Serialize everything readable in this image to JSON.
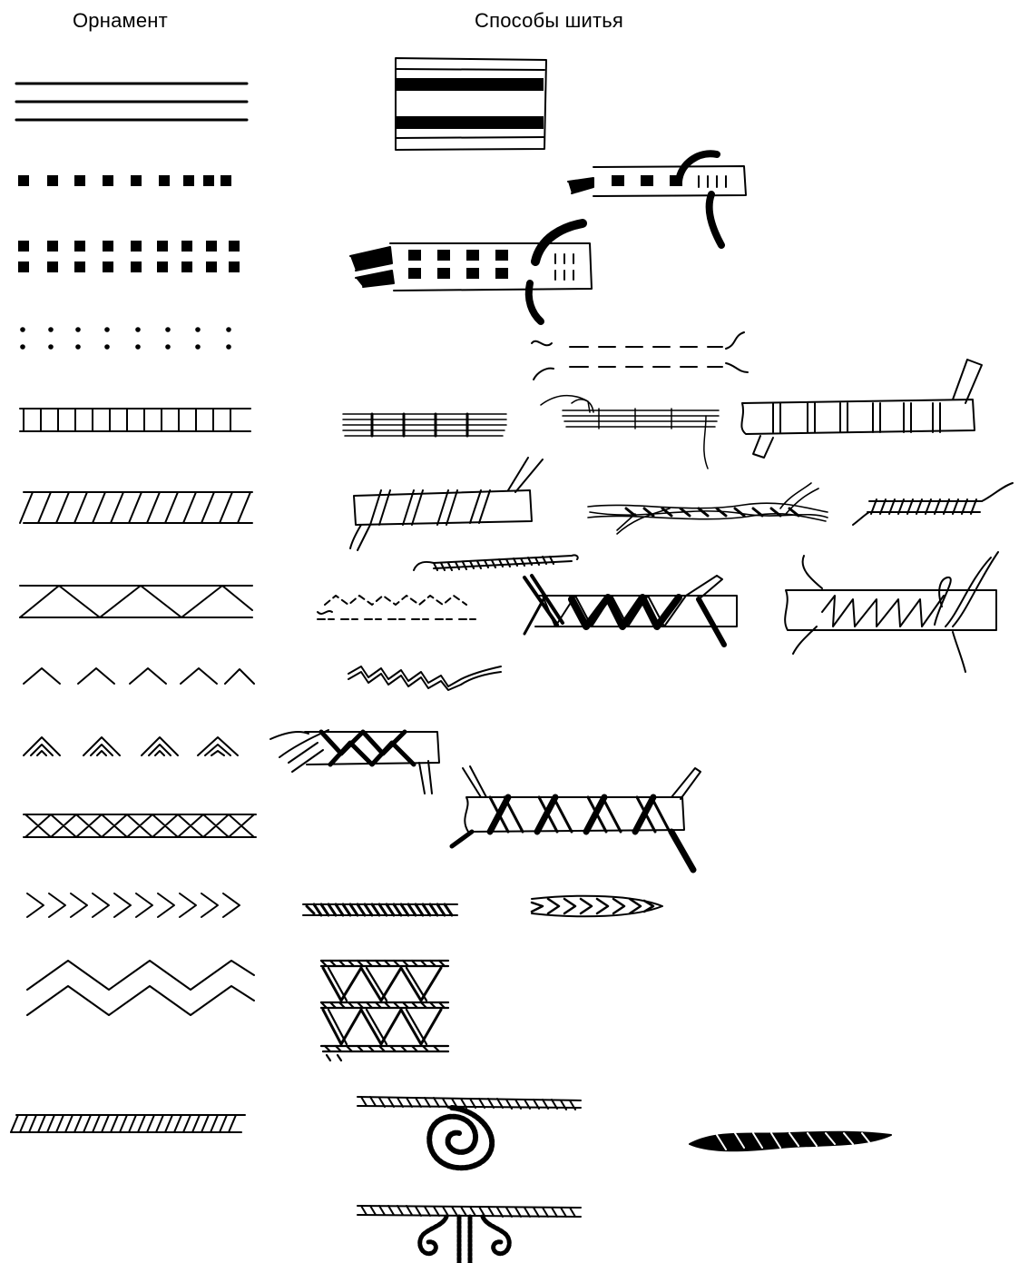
{
  "headers": {
    "ornament": "Орнамент",
    "stitching": "Способы шитья"
  },
  "ornament_rows": [
    {
      "id": "triple-lines",
      "pattern": "three parallel horizontal lines"
    },
    {
      "id": "square-dots",
      "pattern": "single row of filled squares"
    },
    {
      "id": "double-square-dots",
      "pattern": "double row of filled squares"
    },
    {
      "id": "small-dots",
      "pattern": "double row of small dots"
    },
    {
      "id": "ladder-band",
      "pattern": "band with vertical cross-bars"
    },
    {
      "id": "diagonal-band",
      "pattern": "band with diagonal hatching"
    },
    {
      "id": "triangle-band",
      "pattern": "band with zigzag triangles"
    },
    {
      "id": "chevrons",
      "pattern": "row of open chevrons"
    },
    {
      "id": "nested-chevrons",
      "pattern": "row of nested chevrons"
    },
    {
      "id": "cross-band",
      "pattern": "band with X crosses"
    },
    {
      "id": "arrow-chevrons",
      "pattern": "horizontal chevron arrows"
    },
    {
      "id": "double-zigzag",
      "pattern": "two zigzag lines"
    },
    {
      "id": "twisted-cord",
      "pattern": "slanted hatched cord"
    }
  ],
  "stitch_examples": [
    {
      "id": "striped-strip"
    },
    {
      "id": "square-stitch-strip"
    },
    {
      "id": "double-square-stitch-strip"
    },
    {
      "id": "running-stitch-pair"
    },
    {
      "id": "thread-bundles"
    },
    {
      "id": "wrapped-strip"
    },
    {
      "id": "spiral-wrapped-strip"
    },
    {
      "id": "twisted-threads"
    },
    {
      "id": "hatched-thread"
    },
    {
      "id": "rope-cord"
    },
    {
      "id": "dashed-zigzag"
    },
    {
      "id": "zigzag-wrapped-strip"
    },
    {
      "id": "zigzag-needle-strip"
    },
    {
      "id": "zigzag-thread"
    },
    {
      "id": "chevron-wrapped-strip"
    },
    {
      "id": "cross-wrapped-strip"
    },
    {
      "id": "braid-short"
    },
    {
      "id": "braid-herringbone"
    },
    {
      "id": "braided-zigzag-panel"
    },
    {
      "id": "cord-with-spiral"
    },
    {
      "id": "twisted-rope"
    },
    {
      "id": "cord-with-scrolls"
    }
  ]
}
